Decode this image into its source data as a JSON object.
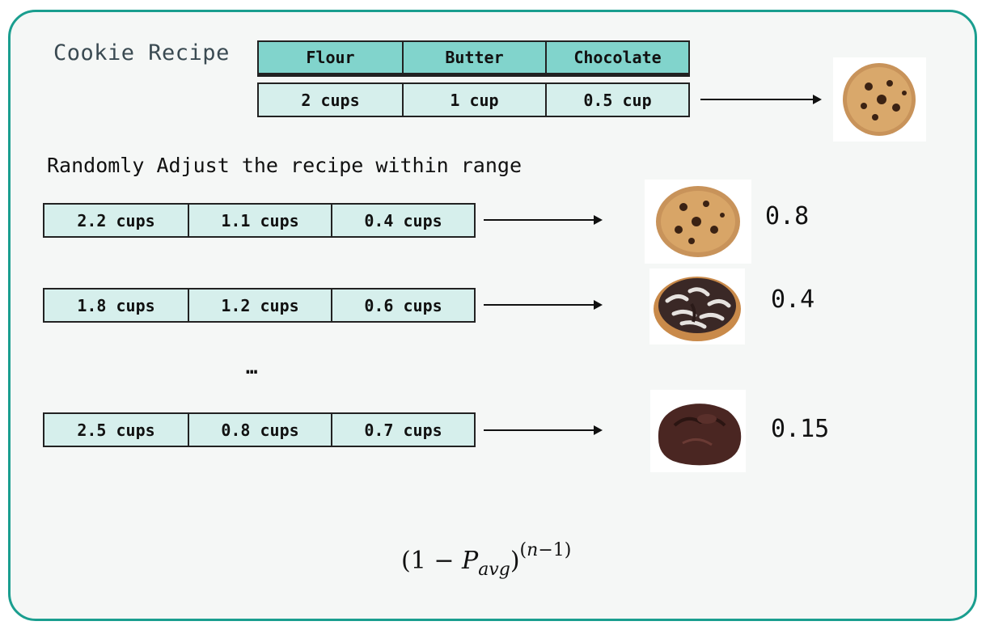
{
  "title": "Cookie Recipe",
  "recipe_header": [
    "Flour",
    "Butter",
    "Chocolate"
  ],
  "recipe_values": [
    "2 cups",
    "1 cup",
    "0.5 cup"
  ],
  "subtitle": "Randomly Adjust the recipe within range",
  "variants": [
    {
      "values": [
        "2.2 cups",
        "1.1 cups",
        "0.4 cups"
      ],
      "score": "0.8"
    },
    {
      "values": [
        "1.8 cups",
        "1.2 cups",
        "0.6 cups"
      ],
      "score": "0.4"
    },
    {
      "values": [
        "2.5 cups",
        "0.8 cups",
        "0.7 cups"
      ],
      "score": "0.15"
    }
  ],
  "ellipsis": "…",
  "formula": {
    "open": "(1 − ",
    "p": "P",
    "sub": "avg",
    "close": ")",
    "exp_open": "(",
    "exp_n": "n",
    "exp_rest": "−1)"
  },
  "icons": {
    "base_cookie": "cookie-image",
    "variant_1": "cookie-image",
    "variant_2": "crinkle-cookie-image",
    "variant_3": "burnt-cookie-image"
  },
  "colors": {
    "border": "#1a9e8f",
    "header_fill": "#81d4cc",
    "row_fill": "#d6efec",
    "background": "#f5f7f6"
  }
}
